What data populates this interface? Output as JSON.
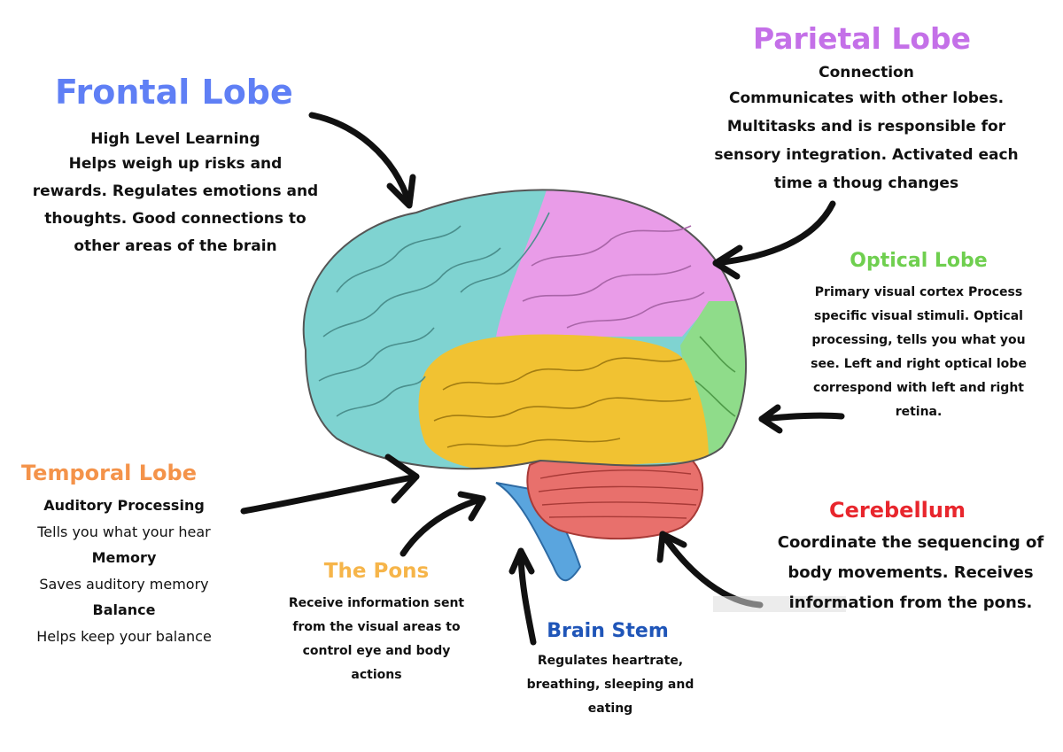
{
  "colors": {
    "frontal": "#5f7ff5",
    "parietal": "#c470e8",
    "optical": "#6fcf4f",
    "temporal": "#f4934a",
    "cerebellum": "#e8262d",
    "pons": "#f6b54a",
    "brainstem": "#1f55b8",
    "frontal_fill": "#7fd3d1",
    "parietal_fill": "#e99ce8",
    "occipital_fill": "#8fdc8a",
    "temporal_fill": "#f1c232",
    "cerebellum_fill": "#e8706c",
    "stem_fill": "#5aa5de"
  },
  "frontal": {
    "title": "Frontal Lobe",
    "subtitle": "High Level Learning",
    "lines": [
      "Helps weigh up risks and",
      "rewards. Regulates emotions and",
      "thoughts.  Good connections to",
      "other areas of the brain"
    ]
  },
  "parietal": {
    "title": "Parietal Lobe",
    "subtitle": "Connection",
    "lines": [
      "Communicates with other lobes.",
      "Multitasks and is responsible for",
      "sensory integration. Activated each",
      "time a thoug changes"
    ]
  },
  "optical": {
    "title": "Optical Lobe",
    "lines": [
      "Primary visual cortex Process",
      "specific visual stimuli. Optical",
      "processing, tells you what you",
      "see. Left and right optical lobe",
      "correspond with left and right",
      "retina."
    ]
  },
  "temporal": {
    "title": "Temporal Lobe",
    "items": [
      {
        "heading": "Auditory Processing",
        "text": "Tells you what your hear"
      },
      {
        "heading": "Memory",
        "text": "Saves auditory memory"
      },
      {
        "heading": "Balance",
        "text": "Helps keep your balance"
      }
    ]
  },
  "cerebellum": {
    "title": "Cerebellum",
    "lines": [
      "Coordinate the sequencing of",
      "body movements. Receives",
      "information from the pons."
    ]
  },
  "pons": {
    "title": "The Pons",
    "lines": [
      "Receive information sent",
      "from the visual areas to",
      "control eye and body",
      "actions"
    ]
  },
  "brainstem": {
    "title": "Brain Stem",
    "lines": [
      "Regulates heartrate,",
      "breathing, sleeping and",
      "eating"
    ]
  }
}
